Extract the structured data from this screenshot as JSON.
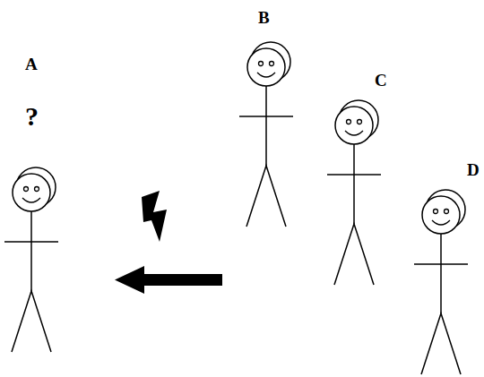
{
  "diagram": {
    "labels": [
      "A",
      "?",
      "B",
      "C",
      "D"
    ]
  }
}
